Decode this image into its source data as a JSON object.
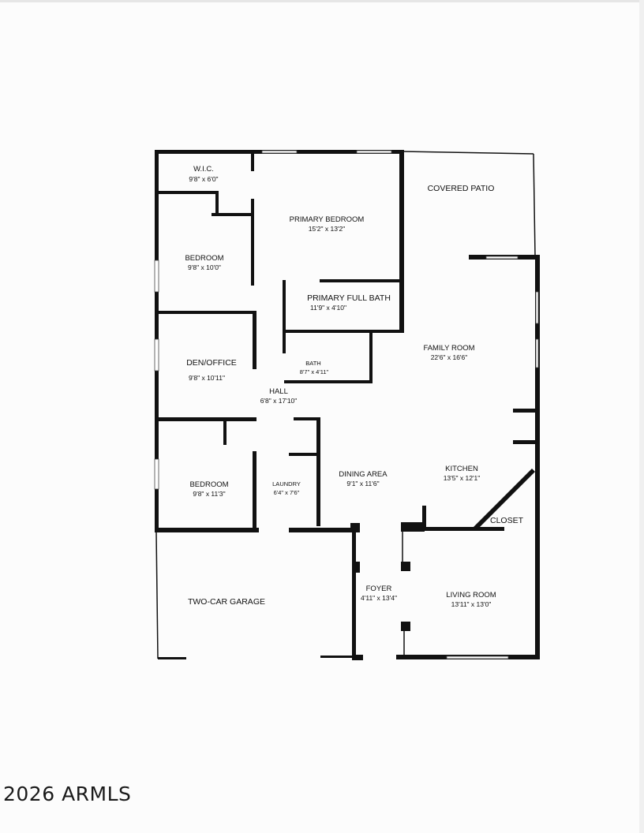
{
  "watermark": "2026 ARMLS",
  "rooms": {
    "wic": {
      "name": "W.I.C.",
      "dim": "9'8\" x 6'0\""
    },
    "primary_bedroom": {
      "name": "PRIMARY BEDROOM",
      "dim": "15'2\" x 13'2\""
    },
    "covered_patio": {
      "name": "COVERED PATIO"
    },
    "bedroom_1": {
      "name": "BEDROOM",
      "dim": "9'8\" x 10'0\""
    },
    "primary_bath": {
      "name": "PRIMARY FULL BATH",
      "dim": "11'9\" x 4'10\""
    },
    "bath": {
      "name": "BATH",
      "dim": "8'7\" x 4'11\""
    },
    "family_room": {
      "name": "FAMILY ROOM",
      "dim": "22'6\" x 16'6\""
    },
    "den_office": {
      "name": "DEN/OFFICE",
      "dim": "9'8\" x 10'11\""
    },
    "hall": {
      "name": "HALL",
      "dim": "6'8\" x 17'10\""
    },
    "bedroom_2": {
      "name": "BEDROOM",
      "dim": "9'8\" x 11'3\""
    },
    "laundry": {
      "name": "LAUNDRY",
      "dim": "6'4\" x 7'6\""
    },
    "dining": {
      "name": "DINING AREA",
      "dim": "9'1\" x 11'6\""
    },
    "kitchen": {
      "name": "KITCHEN",
      "dim": "13'5\" x 12'1\""
    },
    "closet": {
      "name": "CLOSET"
    },
    "garage": {
      "name": "TWO-CAR GARAGE"
    },
    "foyer": {
      "name": "FOYER",
      "dim": "4'11\" x 13'4\""
    },
    "living_room": {
      "name": "LIVING ROOM",
      "dim": "13'11\" x 13'0\""
    }
  }
}
